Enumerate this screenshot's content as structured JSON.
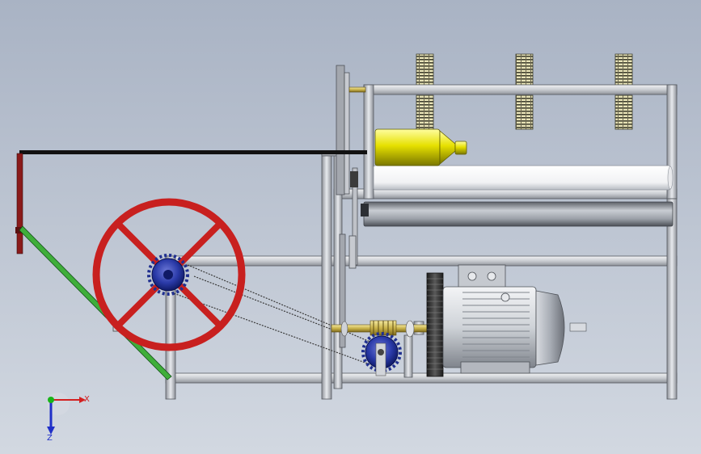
{
  "viewport": {
    "background_top": "#a9b3c4",
    "background_bottom": "#d2d8e1"
  },
  "model": {
    "parts": [
      "frame",
      "handwheel",
      "lever-arm",
      "belt",
      "electric-motor",
      "gear",
      "worm-shaft",
      "roller",
      "yellow-cylinder",
      "sprocket",
      "chain-link"
    ],
    "colors": {
      "frame": "#c9ccd1",
      "handwheel": "#c8201f",
      "lever_arm": "#3fae3a",
      "yellow_cylinder": "#e6e000",
      "sprocket": "#1f2f8f",
      "motor_body": "#cfd3d8",
      "gear": "#2a2a2a"
    }
  },
  "triad": {
    "x_label": "X",
    "z_label": "Z",
    "x_color": "#d32020",
    "y_color": "#19b419",
    "z_color": "#2030c8"
  }
}
